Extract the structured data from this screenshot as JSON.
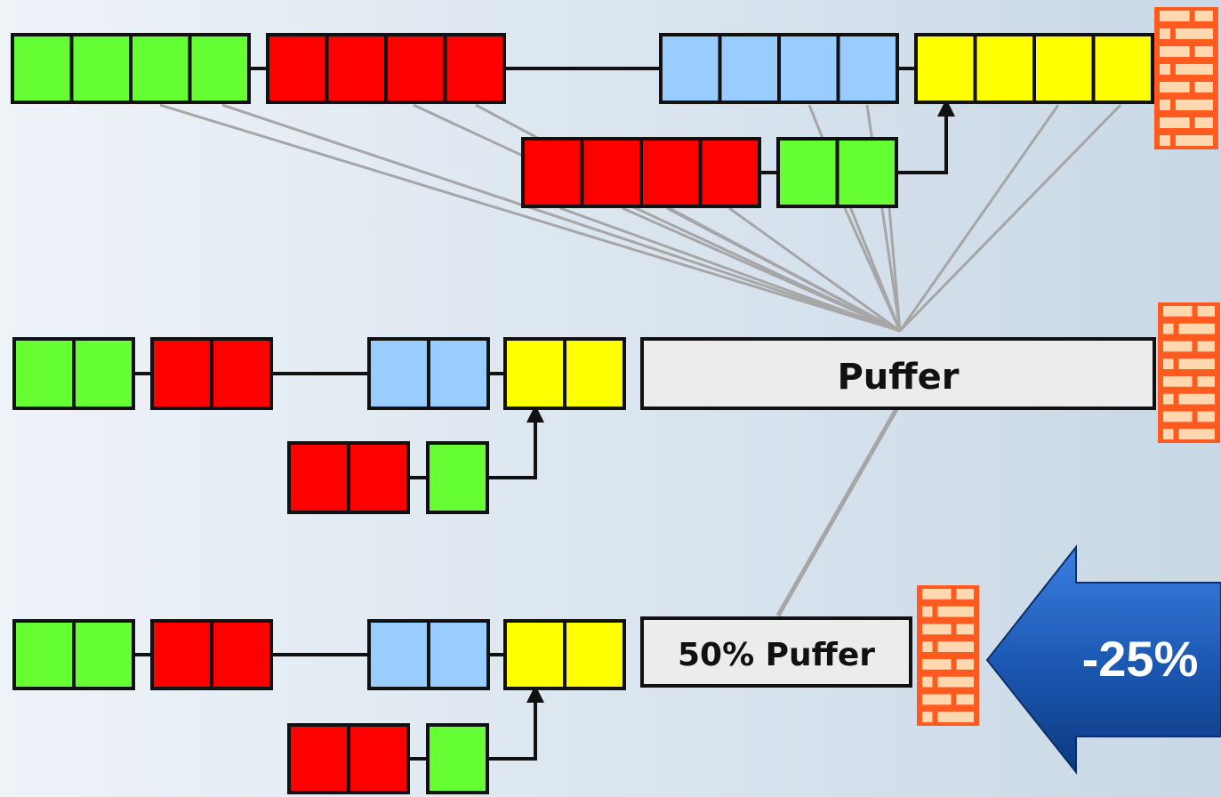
{
  "colors": {
    "green": "#66ff33",
    "red": "#ff0000",
    "blue": "#99ccff",
    "yellow": "#ffff00",
    "brick": "#ff5a1f",
    "brick_mortar": "#ffd8b0",
    "connector": "#111111",
    "projection_line": "#a6a6a6",
    "buffer_fill": "#ececec",
    "arrow_blue": "#1a56b0"
  },
  "scenarios": [
    {
      "id": "full-project",
      "chain": [
        {
          "color": "green",
          "cells": 4
        },
        {
          "color": "red",
          "cells": 4
        },
        {
          "color": "blue",
          "cells": 4
        },
        {
          "color": "yellow",
          "cells": 4
        }
      ],
      "feeder": [
        {
          "color": "red",
          "cells": 4
        },
        {
          "color": "green",
          "cells": 2
        }
      ],
      "buffer_label": "",
      "has_wall": true
    },
    {
      "id": "halved-with-buffer",
      "chain": [
        {
          "color": "green",
          "cells": 2
        },
        {
          "color": "red",
          "cells": 2
        },
        {
          "color": "blue",
          "cells": 2
        },
        {
          "color": "yellow",
          "cells": 2
        }
      ],
      "feeder": [
        {
          "color": "red",
          "cells": 2
        },
        {
          "color": "green",
          "cells": 1
        }
      ],
      "buffer_label": "Puffer",
      "has_wall": true
    },
    {
      "id": "halved-with-half-buffer",
      "chain": [
        {
          "color": "green",
          "cells": 2
        },
        {
          "color": "red",
          "cells": 2
        },
        {
          "color": "blue",
          "cells": 2
        },
        {
          "color": "yellow",
          "cells": 2
        }
      ],
      "feeder": [
        {
          "color": "red",
          "cells": 2
        },
        {
          "color": "green",
          "cells": 1
        }
      ],
      "buffer_label": "50% Puffer",
      "has_wall": true
    }
  ],
  "reduction_arrow": {
    "label": "-25%",
    "direction": "left"
  }
}
